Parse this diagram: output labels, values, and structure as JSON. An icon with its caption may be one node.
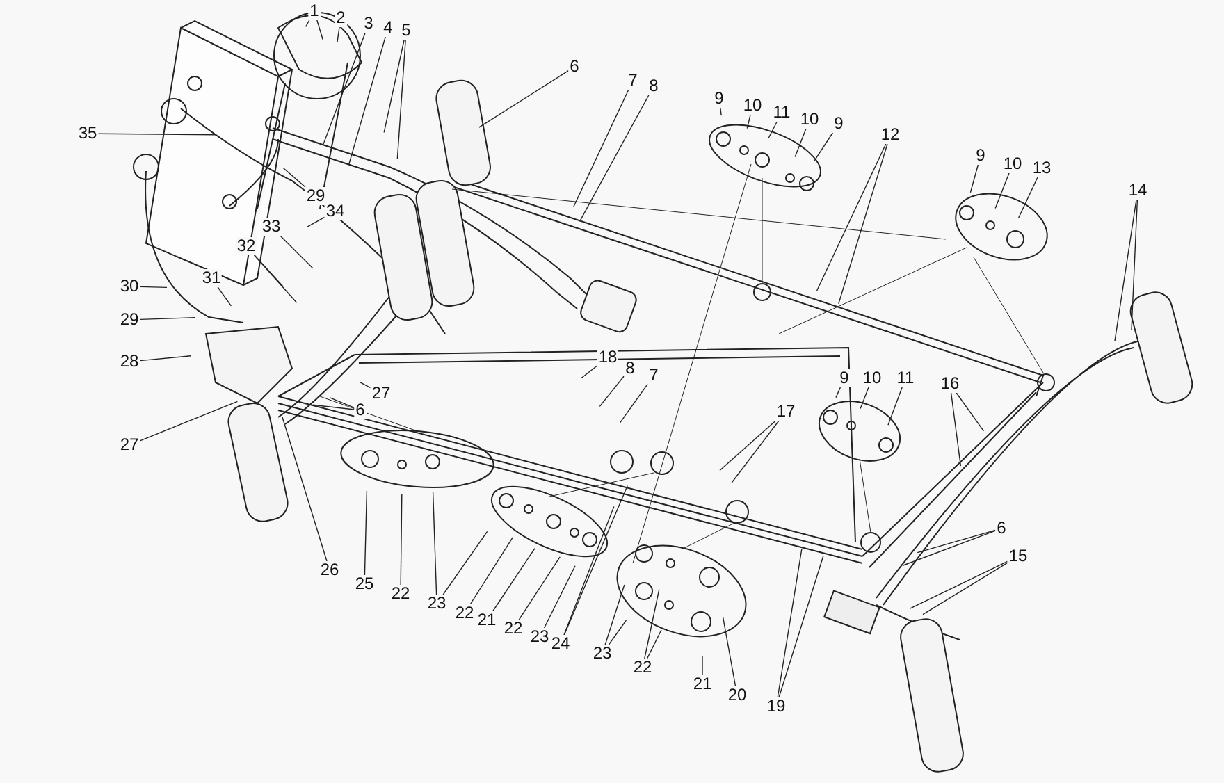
{
  "diagram": {
    "nodes": [
      {
        "text": [
          "1"
        ]
      },
      {
        "text": [
          "2"
        ]
      },
      {
        "text": [
          "3"
        ]
      },
      {
        "text": [
          "4"
        ]
      },
      {
        "text": [
          "5"
        ]
      },
      {
        "text": [
          "6"
        ]
      },
      {
        "text": [
          "7"
        ]
      },
      {
        "text": [
          "8"
        ]
      },
      {
        "text": [
          "9"
        ]
      },
      {
        "text": [
          "10"
        ]
      },
      {
        "text": [
          "11"
        ]
      },
      {
        "text": [
          "10"
        ]
      },
      {
        "text": [
          "9"
        ]
      },
      {
        "text": [
          "12"
        ]
      },
      {
        "text": [
          "9"
        ]
      },
      {
        "text": [
          "10"
        ]
      },
      {
        "text": [
          "13"
        ]
      },
      {
        "text": [
          "14"
        ]
      },
      {
        "text": [
          "35"
        ]
      },
      {
        "text": [
          "29"
        ]
      },
      {
        "text": [
          "34"
        ]
      },
      {
        "text": [
          "33"
        ]
      },
      {
        "text": [
          "32"
        ]
      },
      {
        "text": [
          "30"
        ]
      },
      {
        "text": [
          "31"
        ]
      },
      {
        "text": [
          "29"
        ]
      },
      {
        "text": [
          "28"
        ]
      },
      {
        "text": [
          "18"
        ]
      },
      {
        "text": [
          "8"
        ]
      },
      {
        "text": [
          "7"
        ]
      },
      {
        "text": [
          "27"
        ]
      },
      {
        "text": [
          "6"
        ]
      },
      {
        "text": [
          "27"
        ]
      },
      {
        "text": [
          "9"
        ]
      },
      {
        "text": [
          "10"
        ]
      },
      {
        "text": [
          "11"
        ]
      },
      {
        "text": [
          "16"
        ]
      },
      {
        "text": [
          "17"
        ]
      },
      {
        "text": [
          "26"
        ]
      },
      {
        "text": [
          "25"
        ]
      },
      {
        "text": [
          "22"
        ]
      },
      {
        "text": [
          "23"
        ]
      },
      {
        "text": [
          "22"
        ]
      },
      {
        "text": [
          "21"
        ]
      },
      {
        "text": [
          "22"
        ]
      },
      {
        "text": [
          "23"
        ]
      },
      {
        "text": [
          "24"
        ]
      },
      {
        "text": [
          "23"
        ]
      },
      {
        "text": [
          "22"
        ]
      },
      {
        "text": [
          "21"
        ]
      },
      {
        "text": [
          "20"
        ]
      },
      {
        "text": [
          "19"
        ]
      },
      {
        "text": [
          "6"
        ]
      },
      {
        "text": [
          "15"
        ]
      }
    ],
    "edges": [
      {
        "from": 0,
        "to": null,
        "arrow": "none"
      },
      {
        "from": 0,
        "to": null,
        "arrow": "none"
      },
      {
        "from": 1,
        "to": null,
        "arrow": "none"
      },
      {
        "from": 2,
        "to": null,
        "arrow": "none"
      },
      {
        "from": 3,
        "to": null,
        "arrow": "none"
      },
      {
        "from": 4,
        "to": null,
        "arrow": "none"
      },
      {
        "from": 4,
        "to": null,
        "arrow": "none"
      },
      {
        "from": 5,
        "to": null,
        "arrow": "none"
      },
      {
        "from": 6,
        "to": null,
        "arrow": "none"
      },
      {
        "from": 7,
        "to": null,
        "arrow": "none"
      },
      {
        "from": 8,
        "to": null,
        "arrow": "none"
      },
      {
        "from": 9,
        "to": null,
        "arrow": "none"
      },
      {
        "from": 10,
        "to": null,
        "arrow": "none"
      },
      {
        "from": 11,
        "to": null,
        "arrow": "none"
      },
      {
        "from": 12,
        "to": null,
        "arrow": "none"
      },
      {
        "from": 13,
        "to": null,
        "arrow": "none"
      },
      {
        "from": 13,
        "to": null,
        "arrow": "none"
      },
      {
        "from": 14,
        "to": null,
        "arrow": "none"
      },
      {
        "from": 15,
        "to": null,
        "arrow": "none"
      },
      {
        "from": 16,
        "to": null,
        "arrow": "none"
      },
      {
        "from": 17,
        "to": null,
        "arrow": "none"
      },
      {
        "from": 17,
        "to": null,
        "arrow": "none"
      },
      {
        "from": 18,
        "to": null,
        "arrow": "none"
      },
      {
        "from": 19,
        "to": null,
        "arrow": "none"
      },
      {
        "from": 20,
        "to": null,
        "arrow": "none"
      },
      {
        "from": 21,
        "to": null,
        "arrow": "none"
      },
      {
        "from": 22,
        "to": null,
        "arrow": "none"
      },
      {
        "from": 22,
        "to": null,
        "arrow": "none"
      },
      {
        "from": 23,
        "to": null,
        "arrow": "none"
      },
      {
        "from": 24,
        "to": null,
        "arrow": "none"
      },
      {
        "from": 25,
        "to": null,
        "arrow": "none"
      },
      {
        "from": 26,
        "to": null,
        "arrow": "none"
      },
      {
        "from": 27,
        "to": null,
        "arrow": "none"
      },
      {
        "from": 28,
        "to": null,
        "arrow": "none"
      },
      {
        "from": 29,
        "to": null,
        "arrow": "none"
      },
      {
        "from": 30,
        "to": null,
        "arrow": "none"
      },
      {
        "from": 31,
        "to": null,
        "arrow": "none"
      },
      {
        "from": 31,
        "to": null,
        "arrow": "none"
      },
      {
        "from": 32,
        "to": null,
        "arrow": "none"
      },
      {
        "from": 33,
        "to": null,
        "arrow": "none"
      },
      {
        "from": 34,
        "to": null,
        "arrow": "none"
      },
      {
        "from": 35,
        "to": null,
        "arrow": "none"
      },
      {
        "from": 36,
        "to": null,
        "arrow": "none"
      },
      {
        "from": 36,
        "to": null,
        "arrow": "none"
      },
      {
        "from": 37,
        "to": null,
        "arrow": "none"
      },
      {
        "from": 37,
        "to": null,
        "arrow": "none"
      },
      {
        "from": 38,
        "to": null,
        "arrow": "none"
      },
      {
        "from": 39,
        "to": null,
        "arrow": "none"
      },
      {
        "from": 40,
        "to": null,
        "arrow": "none"
      },
      {
        "from": 41,
        "to": null,
        "arrow": "none"
      },
      {
        "from": 41,
        "to": null,
        "arrow": "none"
      },
      {
        "from": 42,
        "to": null,
        "arrow": "none"
      },
      {
        "from": 43,
        "to": null,
        "arrow": "none"
      },
      {
        "from": 44,
        "to": null,
        "arrow": "none"
      },
      {
        "from": 45,
        "to": null,
        "arrow": "none"
      },
      {
        "from": 46,
        "to": null,
        "arrow": "none"
      },
      {
        "from": 46,
        "to": null,
        "arrow": "none"
      },
      {
        "from": 47,
        "to": null,
        "arrow": "none"
      },
      {
        "from": 47,
        "to": null,
        "arrow": "none"
      },
      {
        "from": 48,
        "to": null,
        "arrow": "none"
      },
      {
        "from": 48,
        "to": null,
        "arrow": "none"
      },
      {
        "from": 49,
        "to": null,
        "arrow": "none"
      },
      {
        "from": 50,
        "to": null,
        "arrow": "none"
      },
      {
        "from": 51,
        "to": null,
        "arrow": "none"
      },
      {
        "from": 51,
        "to": null,
        "arrow": "none"
      },
      {
        "from": 52,
        "to": null,
        "arrow": "none"
      },
      {
        "from": 52,
        "to": null,
        "arrow": "none"
      },
      {
        "from": 53,
        "to": null,
        "arrow": "none"
      },
      {
        "from": 53,
        "to": null,
        "arrow": "none"
      }
    ]
  }
}
